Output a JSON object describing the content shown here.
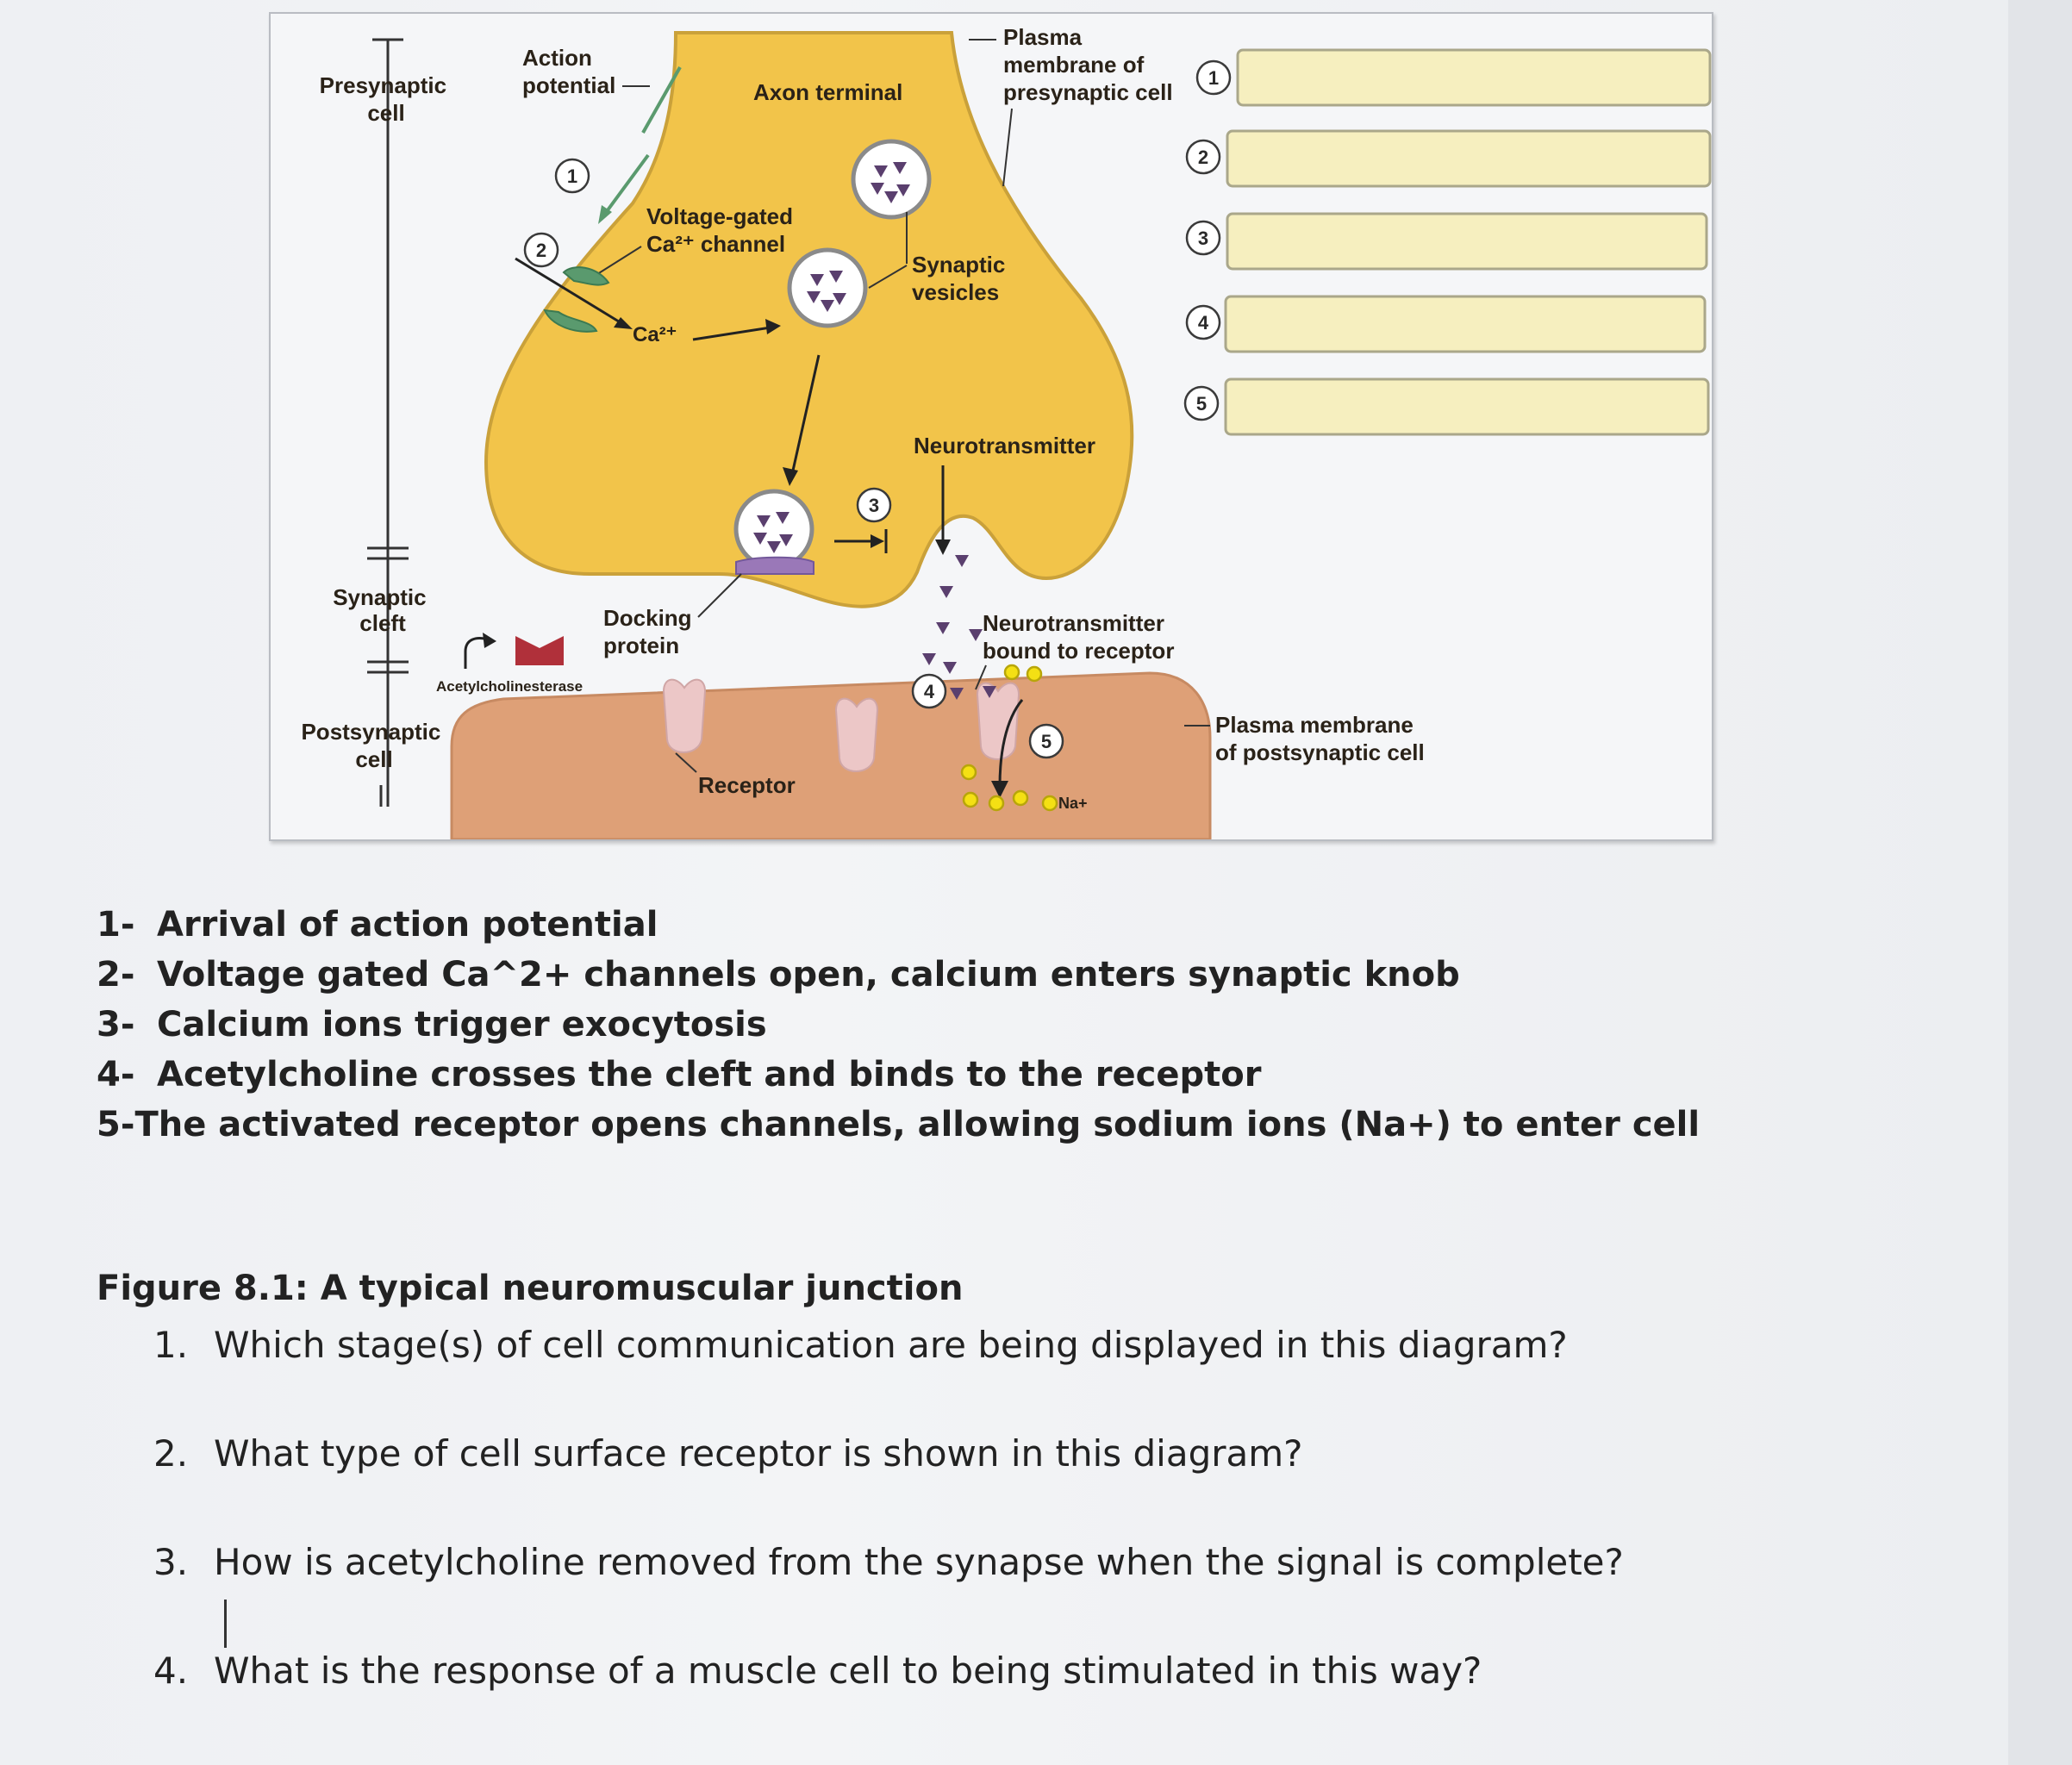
{
  "diagram": {
    "labels": {
      "presynaptic_cell": [
        "Presynaptic",
        "cell"
      ],
      "action_potential": [
        "Action",
        "potential"
      ],
      "axon_terminal": "Axon terminal",
      "plasma_membrane_pre": [
        "Plasma",
        "membrane of",
        "presynaptic cell"
      ],
      "voltage_gated": [
        "Voltage-gated",
        "Ca²⁺ channel"
      ],
      "synaptic_vesicles": [
        "Synaptic",
        "vesicles"
      ],
      "ca2": "Ca²⁺",
      "neurotransmitter": "Neurotransmitter",
      "synaptic_cleft": [
        "Synaptic",
        "cleft"
      ],
      "docking_protein": [
        "Docking",
        "protein"
      ],
      "nt_bound": [
        "Neurotransmitter",
        "bound to receptor"
      ],
      "acetylcholinesterase": "Acetylcholinesterase",
      "postsynaptic_cell": [
        "Postsynaptic",
        "cell"
      ],
      "receptor": "Receptor",
      "na": "Na+",
      "plasma_membrane_post": [
        "Plasma membrane",
        "of postsynaptic cell"
      ]
    },
    "step_markers": [
      "1",
      "2",
      "3",
      "4",
      "5"
    ],
    "answer_numbers": [
      "1",
      "2",
      "3",
      "4",
      "5"
    ],
    "colors": {
      "terminal": "#f2c44a",
      "terminal_edge": "#caa13a",
      "postsynaptic": "#dea077",
      "answer_box": "#f6efbf",
      "channel": "#5a9a6e",
      "docking": "#9a78b8",
      "acetylcholinesterase": "#b0303a",
      "neurotransmitter": "#5a3f6e",
      "receptor": "#ecc7c7",
      "sodium": "#f4e014"
    }
  },
  "steps": [
    {
      "num": "1-",
      "text": "Arrival of action potential"
    },
    {
      "num": "2-",
      "text": "Voltage gated Ca^2+ channels open, calcium enters synaptic knob"
    },
    {
      "num": "3-",
      "text": "Calcium ions trigger exocytosis"
    },
    {
      "num": "4-",
      "text": "Acetylcholine crosses the cleft and binds to the receptor"
    },
    {
      "num": "5-",
      "text": "The activated receptor opens channels, allowing sodium ions (Na+) to enter cell"
    }
  ],
  "caption": "Figure 8.1: A typical neuromuscular junction",
  "questions": [
    {
      "num": "1.",
      "text": "Which stage(s) of cell communication are being displayed in this diagram?"
    },
    {
      "num": "2.",
      "text": "What type of cell surface receptor is shown in this diagram?"
    },
    {
      "num": "3.",
      "text": "How is acetylcholine removed from the synapse when the signal is complete?"
    },
    {
      "num": "4.",
      "text": "What is the response of a muscle cell to being stimulated in this way?"
    }
  ]
}
